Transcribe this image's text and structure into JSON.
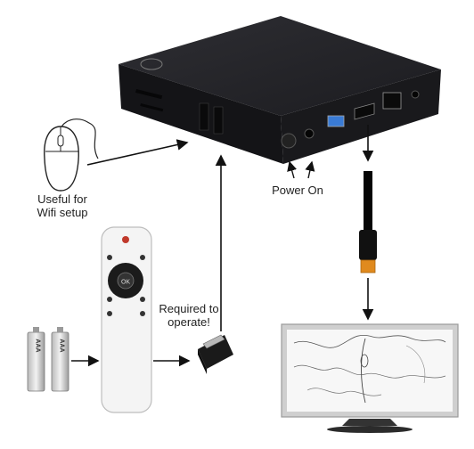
{
  "labels": {
    "mouse_note": "Useful for Wifi setup",
    "mouse_note_line1": "Useful for",
    "mouse_note_line2": "Wifi setup",
    "power": "Power On",
    "dongle_note_line1": "Required to",
    "dongle_note_line2": "operate!",
    "battery": "AAA",
    "remote_ok": "OK"
  },
  "items": {
    "box": "mini-pc-box",
    "mouse": "usb-mouse",
    "remote": "ir-remote-control",
    "batteries": "aaa-batteries",
    "dongle": "usb-receiver-dongle",
    "cable": "hdmi-cable",
    "tv": "television-display"
  },
  "colors": {
    "box": "#1f1f22",
    "box_top": "#2a2a2e",
    "usb_blue": "#3a7bd5",
    "hdmi_gold": "#e08a1e",
    "remote_body": "#f4f4f4",
    "remote_red": "#c0392b"
  }
}
